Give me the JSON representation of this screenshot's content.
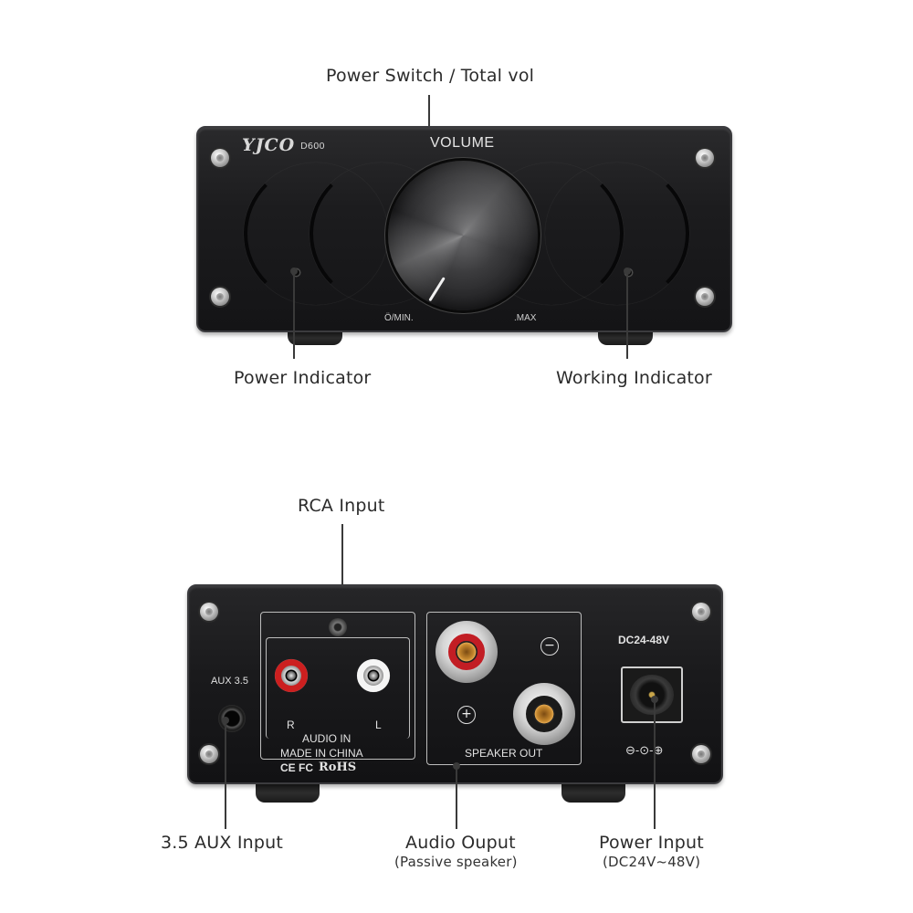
{
  "front_view": {
    "brand": "YJCO",
    "model": "D600",
    "volume_label": "VOLUME",
    "scale_min": "Ö/MIN.",
    "scale_max": ".MAX",
    "callouts": {
      "power_switch": "Power Switch / Total vol",
      "power_indicator": "Power Indicator",
      "working_indicator": "Working Indicator"
    }
  },
  "back_view": {
    "aux_label": "AUX 3.5",
    "rca_r": "R",
    "rca_l": "L",
    "audio_in_label": "AUDIO IN",
    "made_in": "MADE IN CHINA",
    "cert_marks": "CE FC",
    "rohs": "RoHS",
    "polarity_plus": "+",
    "polarity_minus": "−",
    "speaker_out_label": "SPEAKER OUT",
    "dc_label": "DC24-48V",
    "dc_symbol": "⊖-⊙-⊕",
    "callouts": {
      "rca_input": "RCA Input",
      "aux_input": "3.5 AUX Input",
      "audio_output": "Audio Ouput",
      "audio_output_sub": "(Passive speaker)",
      "power_input": "Power Input",
      "power_input_sub": "(DC24V~48V)"
    }
  }
}
